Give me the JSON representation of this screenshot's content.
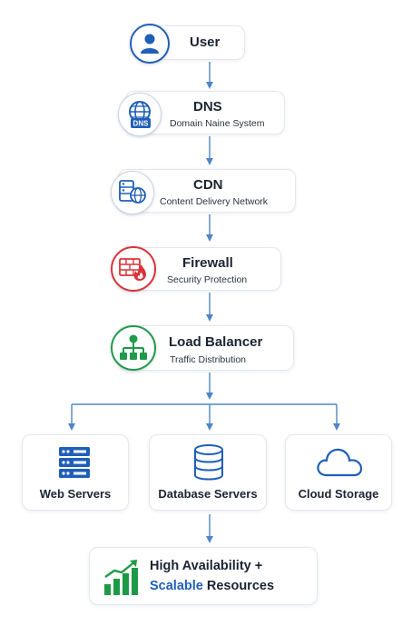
{
  "user": {
    "title": "User"
  },
  "dns": {
    "title": "DNS",
    "subtitle": "Domain Naine System",
    "badge": "DNS"
  },
  "cdn": {
    "title": "CDN",
    "subtitle": "Content Delivery Network"
  },
  "firewall": {
    "title": "Firewall",
    "subtitle": "Security Protection"
  },
  "load_balancer": {
    "title": "Load Balancer",
    "subtitle": "Traffic Distribution"
  },
  "tiles": {
    "web": "Web Servers",
    "database": "Database Servers",
    "cloud": "Cloud Storage"
  },
  "result": {
    "line1": "High Availability +",
    "line2_highlight": "Scalable",
    "line2_rest": " Resources"
  },
  "colors": {
    "accent_blue": "#1f5fb8",
    "firewall_red": "#d9343a",
    "balancer_green": "#1f9a4a",
    "chart_green": "#1c9a45",
    "connector": "#4f86c6"
  },
  "icons": {
    "user": "user-icon",
    "dns": "globe-dns-icon",
    "cdn": "server-globe-icon",
    "firewall": "firewall-flame-icon",
    "load_balancer": "network-hierarchy-icon",
    "web": "server-rack-icon",
    "database": "database-icon",
    "cloud": "cloud-icon",
    "result": "growth-chart-icon"
  }
}
